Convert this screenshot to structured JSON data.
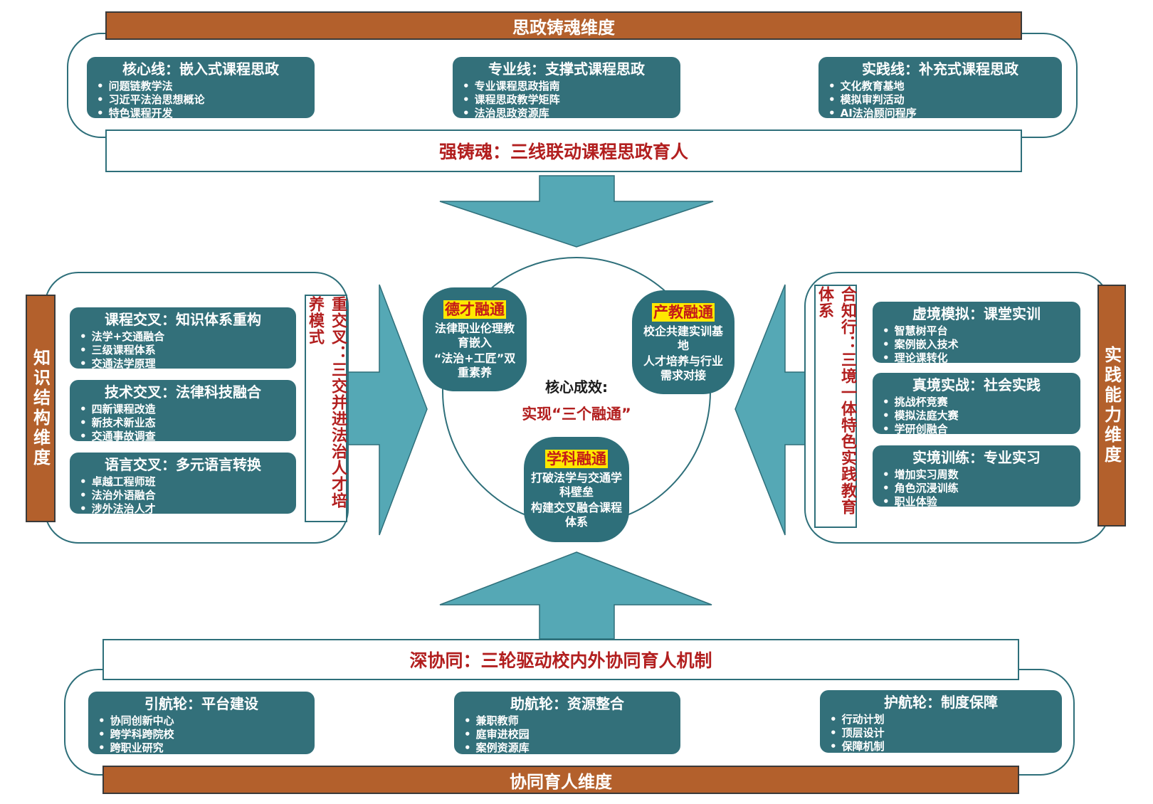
{
  "top": {
    "dimension": "思政铸魂维度",
    "banner": "强铸魂：三线联动课程思政育人",
    "cards": [
      {
        "title": "核心线：嵌入式课程思政",
        "items": [
          "问题链教学法",
          "习近平法治思想概论",
          "特色课程开发"
        ]
      },
      {
        "title": "专业线：支撑式课程思政",
        "items": [
          "专业课程思政指南",
          "课程思政教学矩阵",
          "法治思政资源库"
        ]
      },
      {
        "title": "实践线：补充式课程思政",
        "items": [
          "文化教育基地",
          "模拟审判活动",
          "AI法治顾问程序"
        ]
      }
    ]
  },
  "left": {
    "dimension": "知识结构维度",
    "banner": "重交叉：三交并进法治人才培养模式",
    "cards": [
      {
        "title": "课程交叉：知识体系重构",
        "items": [
          "法学+交通融合",
          "三级课程体系",
          "交通法学原理"
        ]
      },
      {
        "title": "技术交叉：法律科技融合",
        "items": [
          "四新课程改造",
          "新技术新业态",
          "交通事故调查"
        ]
      },
      {
        "title": "语言交叉：多元语言转换",
        "items": [
          "卓越工程师班",
          "法治外语融合",
          "涉外法治人才"
        ]
      }
    ]
  },
  "right": {
    "dimension": "实践能力维度",
    "banner": "合知行：三境一体特色实践教育体系",
    "cards": [
      {
        "title": "虚境模拟：课堂实训",
        "items": [
          "智慧树平台",
          "案例嵌入技术",
          "理论课转化"
        ]
      },
      {
        "title": "真境实战：社会实践",
        "items": [
          "挑战杯竞赛",
          "模拟法庭大赛",
          "学研创融合"
        ]
      },
      {
        "title": "实境训练：专业实习",
        "items": [
          "增加实习周数",
          "角色沉浸训练",
          "职业体验"
        ]
      }
    ]
  },
  "bottom": {
    "dimension": "协同育人维度",
    "banner": "深协同：三轮驱动校内外协同育人机制",
    "cards": [
      {
        "title": "引航轮：平台建设",
        "items": [
          "协同创新中心",
          "跨学科跨院校",
          "跨职业研究"
        ]
      },
      {
        "title": "助航轮：资源整合",
        "items": [
          "兼职教师",
          "庭审进校园",
          "案例资源库"
        ]
      },
      {
        "title": "护航轮：制度保障",
        "items": [
          "行动计划",
          "顶层设计",
          "保障机制"
        ]
      }
    ]
  },
  "center": {
    "label": "核心成效:",
    "sublabel": "实现“三个融通”",
    "blobs": [
      {
        "title": "德才融通",
        "items": [
          "法律职业伦理教育嵌入",
          "“法治+工匠”双重素养"
        ]
      },
      {
        "title": "产教融通",
        "items": [
          "校企共建实训基地",
          "人才培养与行业需求对接"
        ]
      },
      {
        "title": "学科融通",
        "items": [
          "打破法学与交通学科壁垒",
          "构建交叉融合课程体系"
        ]
      }
    ]
  },
  "colors": {
    "teal": "#33707a",
    "arrow": "#55a8b5",
    "orange": "#b3602c",
    "red": "#b21f1f",
    "yellow": "#ffe800"
  }
}
